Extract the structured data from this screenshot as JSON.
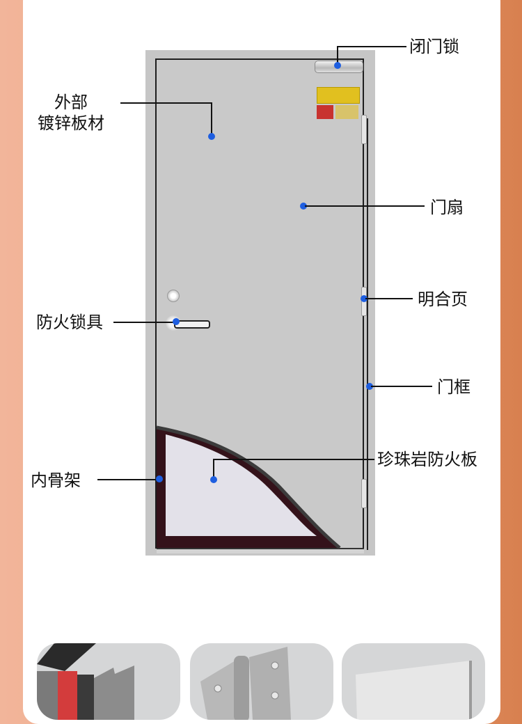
{
  "callouts": {
    "door_closer": "闭门锁",
    "exterior_top": "外部",
    "exterior_bottom": "镀锌板材",
    "door_leaf": "门扇",
    "hinge": "明合页",
    "lock": "防火锁具",
    "frame": "门框",
    "inner_skeleton": "内骨架",
    "perlite_board": "珍珠岩防火板"
  },
  "colors": {
    "background_left": "#f2b59a",
    "background_right": "#d8804f",
    "dot": "#1e5ee0",
    "skeleton": "#34121a",
    "perlite": "#e3e1e9",
    "door": "#c9c9c9"
  },
  "thumbnails": [
    {
      "name": "door-frame-section"
    },
    {
      "name": "steel-hinge"
    },
    {
      "name": "galvanized-sheet"
    }
  ]
}
